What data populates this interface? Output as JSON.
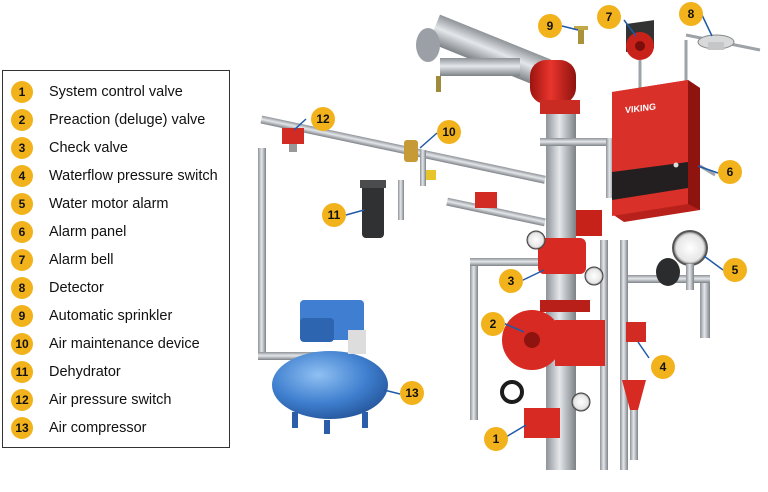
{
  "legend": {
    "items": [
      {
        "num": "1",
        "label": "System control valve"
      },
      {
        "num": "2",
        "label": "Preaction (deluge) valve"
      },
      {
        "num": "3",
        "label": "Check valve"
      },
      {
        "num": "4",
        "label": "Waterflow pressure switch"
      },
      {
        "num": "5",
        "label": "Water motor alarm"
      },
      {
        "num": "6",
        "label": "Alarm panel"
      },
      {
        "num": "7",
        "label": "Alarm bell"
      },
      {
        "num": "8",
        "label": "Detector"
      },
      {
        "num": "9",
        "label": "Automatic sprinkler"
      },
      {
        "num": "10",
        "label": "Air maintenance device"
      },
      {
        "num": "11",
        "label": "Dehydrator"
      },
      {
        "num": "12",
        "label": "Air pressure switch"
      },
      {
        "num": "13",
        "label": "Air compressor"
      }
    ]
  },
  "callouts": {
    "c1": "1",
    "c2": "2",
    "c3": "3",
    "c4": "4",
    "c5": "5",
    "c6": "6",
    "c7": "7",
    "c8": "8",
    "c9": "9",
    "c10": "10",
    "c11": "11",
    "c12": "12",
    "c13": "13"
  },
  "panel": {
    "brand": "VIKING"
  },
  "colors": {
    "badge": "#f2b21c",
    "valve_red": "#d8261f",
    "pipe_gray": "#c4c8cc",
    "compressor_blue": "#3a78c8"
  }
}
